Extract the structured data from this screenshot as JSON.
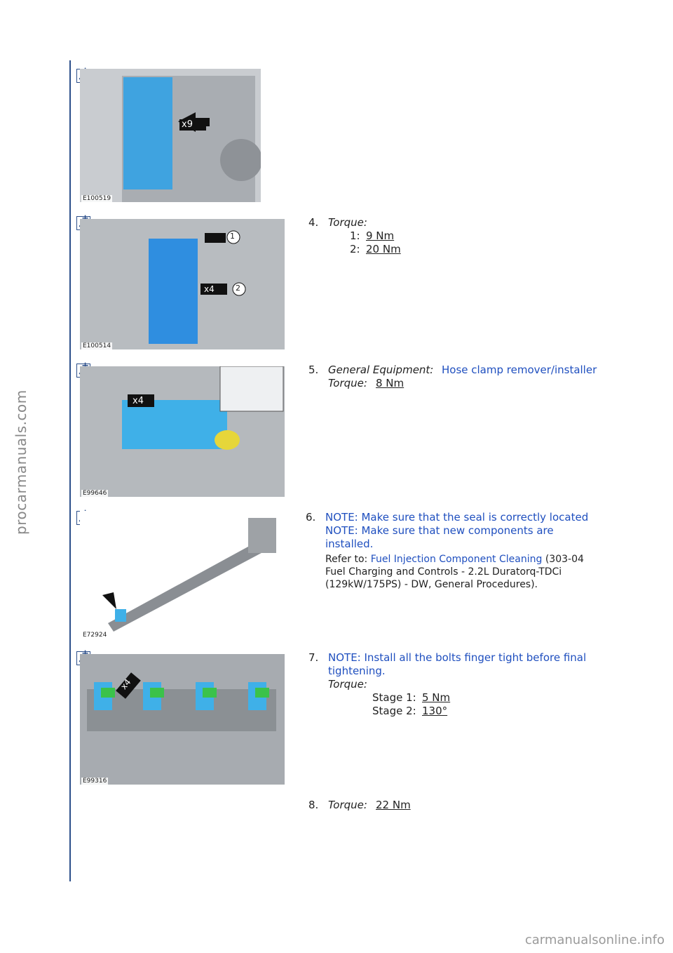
{
  "watermark": {
    "side": "procarmanuals.com",
    "footer": "carmanualsonline.info"
  },
  "figures": [
    {
      "label": "E100519"
    },
    {
      "label": "E100514",
      "callouts": [
        "1",
        "x4",
        "2"
      ]
    },
    {
      "label": "E99646",
      "callouts": [
        "x4"
      ]
    },
    {
      "label": "E72924"
    },
    {
      "label": "E99316",
      "callouts": [
        "x4"
      ]
    }
  ],
  "fig1": {
    "callout": "x9"
  },
  "steps": {
    "s4": {
      "num": "4.",
      "torque_label": "Torque:",
      "l1": "1:",
      "v1": "9 Nm",
      "l2": "2:",
      "v2": "20 Nm"
    },
    "s5": {
      "num": "5.",
      "equip_label": "General Equipment:",
      "equip": "Hose clamp remover/installer",
      "torque_label": "Torque:",
      "v": "8 Nm"
    },
    "s6": {
      "num": "6.",
      "note1": "NOTE: Make sure that the seal is correctly located",
      "note2a": "NOTE: Make sure that new components are",
      "note2b": "installed.",
      "refer": "Refer to:",
      "link": "Fuel Injection Component Cleaning",
      "ref_code": "(303-04",
      "ref2": "Fuel Charging and Controls - 2.2L Duratorq-TDCi",
      "ref3": "(129kW/175PS) - DW, General Procedures)."
    },
    "s7": {
      "num": "7.",
      "note1": "NOTE: Install all the bolts finger tight before final",
      "note2": "tightening.",
      "torque_label": "Torque:",
      "st1": "Stage 1:",
      "v1": "5 Nm",
      "st2": "Stage 2:",
      "v2": "130°"
    },
    "s8": {
      "num": "8.",
      "torque_label": "Torque:",
      "v": "22 Nm"
    }
  }
}
